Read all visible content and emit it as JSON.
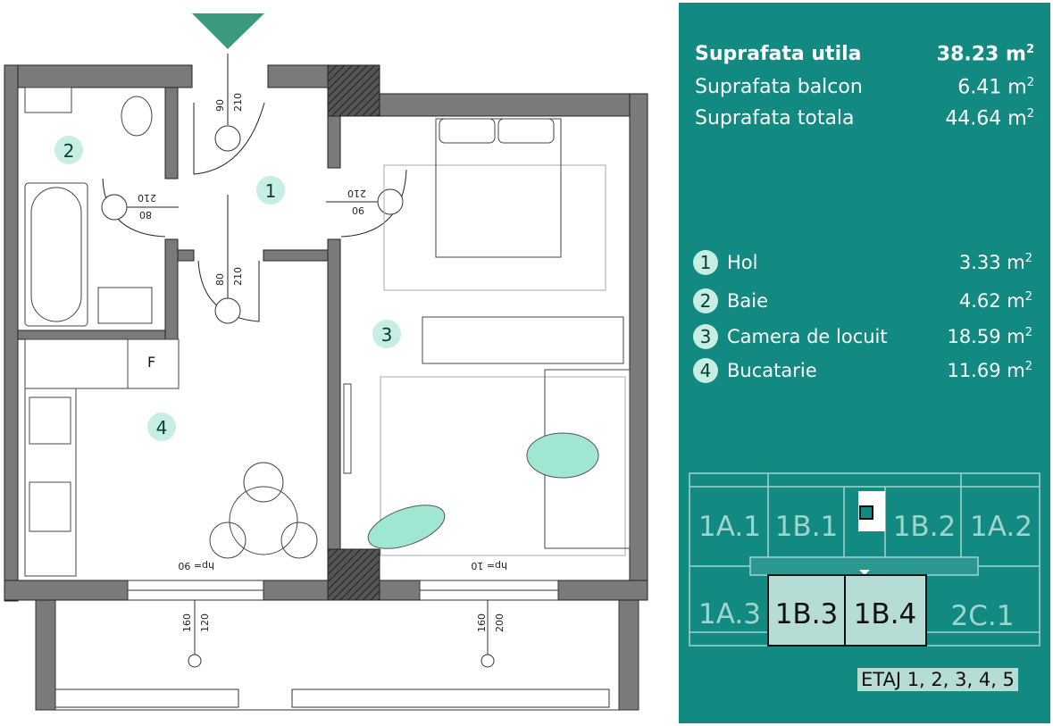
{
  "summary": {
    "usable": {
      "label": "Suprafata utila",
      "value": "38.23 m",
      "unit_exp": "2"
    },
    "balcony": {
      "label": "Suprafata balcon",
      "value": "6.41 m",
      "unit_exp": "2"
    },
    "total": {
      "label": "Suprafata totala",
      "value": "44.64 m",
      "unit_exp": "2"
    }
  },
  "rooms": [
    {
      "num": "1",
      "name": "Hol",
      "area": "3.33 m",
      "exp": "2"
    },
    {
      "num": "2",
      "name": "Baie",
      "area": "4.62 m",
      "exp": "2"
    },
    {
      "num": "3",
      "name": "Camera de locuit",
      "area": "18.59 m",
      "exp": "2"
    },
    {
      "num": "4",
      "name": "Bucatarie",
      "area": "11.69 m",
      "exp": "2"
    }
  ],
  "keyplan": {
    "units": [
      "1A.1",
      "1B.1",
      "1B.2",
      "1A.2",
      "1A.3",
      "1B.3",
      "1B.4",
      "2C.1"
    ],
    "floors": "ETAJ 1, 2, 3, 4, 5"
  },
  "plan": {
    "doors": {
      "entry": [
        "90",
        "210"
      ],
      "bath": [
        "210",
        "80"
      ],
      "living": [
        "210",
        "90"
      ],
      "kitchen": [
        "80",
        "210"
      ]
    },
    "fridge": "F",
    "hp_kitchen": "hp= 90",
    "hp_living": "hp= 10",
    "win_kitchen": [
      "160",
      "120"
    ],
    "win_living": [
      "160",
      "200"
    ],
    "colors": {
      "wall": "#7a7a7a",
      "panel": "#128a82",
      "badge": "#c6eee3",
      "figure": "#9fe6d3",
      "arrow": "#3a9a80"
    }
  }
}
